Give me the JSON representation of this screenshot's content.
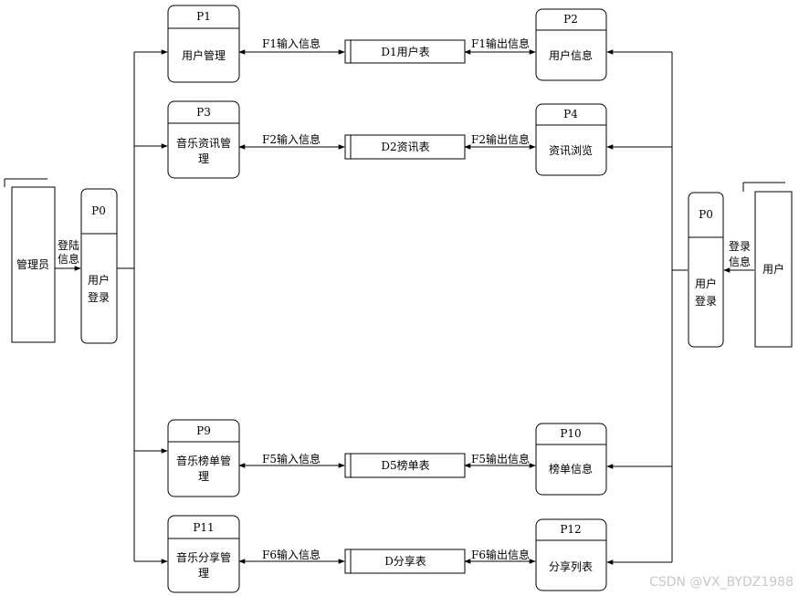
{
  "entities": {
    "admin": "管理员",
    "user": "用户"
  },
  "login_flows": {
    "admin_line1": "登陆",
    "admin_line2": "信息",
    "user_line1": "登录",
    "user_line2": "信息"
  },
  "p0_left": {
    "id": "P0",
    "line1": "用户",
    "line2": "登录"
  },
  "p0_right": {
    "id": "P0",
    "line1": "用户",
    "line2": "登录"
  },
  "processes": {
    "p1": {
      "id": "P1",
      "line1": "用户管理"
    },
    "p2": {
      "id": "P2",
      "line1": "用户信息"
    },
    "p3": {
      "id": "P3",
      "line1": "音乐资讯管",
      "line2": "理"
    },
    "p4": {
      "id": "P4",
      "line1": "资讯浏览"
    },
    "p9": {
      "id": "P9",
      "line1": "音乐榜单管",
      "line2": "理"
    },
    "p10": {
      "id": "P10",
      "line1": "榜单信息"
    },
    "p11": {
      "id": "P11",
      "line1": "音乐分享管",
      "line2": "理"
    },
    "p12": {
      "id": "P12",
      "line1": "分享列表"
    }
  },
  "stores": {
    "d1": "D1用户表",
    "d2": "D2资讯表",
    "d5": "D5榜单表",
    "d6": "D分享表"
  },
  "flows": {
    "f1_in": "F1输入信息",
    "f1_out": "F1输出信息",
    "f2_in": "F2输入信息",
    "f2_out": "F2输出信息",
    "f5_in": "F5输入信息",
    "f5_out": "F5输出信息",
    "f6_in": "F6输入信息",
    "f6_out": "F6输出信息"
  },
  "watermark": "CSDN @VX_BYDZ1988"
}
